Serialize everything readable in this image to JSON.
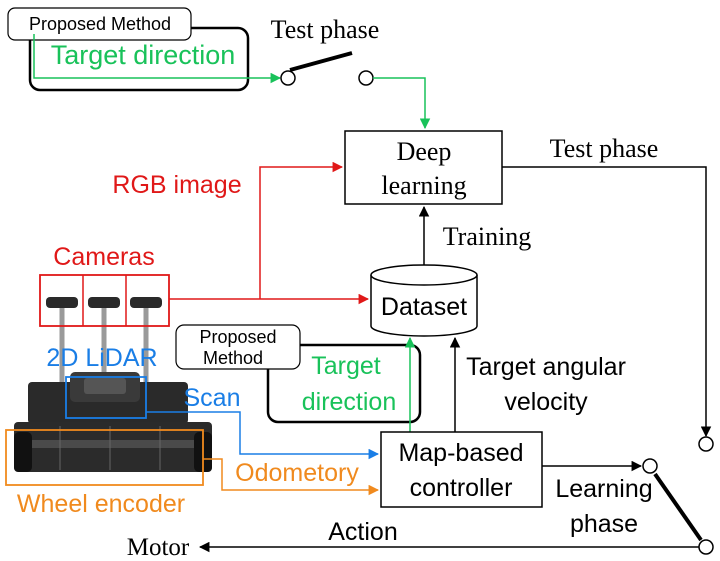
{
  "colors": {
    "black": "#000000",
    "green": "#19c25a",
    "red": "#e01818",
    "blue": "#1a7ee6",
    "orange": "#f08a1e",
    "robot_dark": "#2a2a2a",
    "robot_mid": "#555555",
    "robot_light": "#bdbdbd"
  },
  "top_proposed": {
    "tag": "Proposed Method",
    "label": "Target direction"
  },
  "test_phase_switch_label": "Test phase",
  "deep_learning": {
    "line1": "Deep",
    "line2": "learning"
  },
  "test_phase_output_label": "Test phase",
  "rgb_image_label": "RGB image",
  "training_label": "Training",
  "cameras_label": "Cameras",
  "dataset_label": "Dataset",
  "lidar_label": "2D LiDAR",
  "scan_label": "Scan",
  "mid_proposed": {
    "tag_line1": "Proposed",
    "tag_line2": "Method",
    "label_line1": "Target",
    "label_line2": "direction"
  },
  "target_angular_velocity": {
    "line1": "Target angular",
    "line2": "velocity"
  },
  "controller": {
    "line1": "Map-based",
    "line2": "controller"
  },
  "odometry_label": "Odometory",
  "wheel_encoder_label": "Wheel encoder",
  "learning_phase": {
    "line1": "Learning",
    "line2": "phase"
  },
  "action_label": "Action",
  "motor_label": "Motor",
  "icons": [
    "switch-icon",
    "cylinder-icon",
    "robot-icon",
    "arrowhead-icon"
  ]
}
